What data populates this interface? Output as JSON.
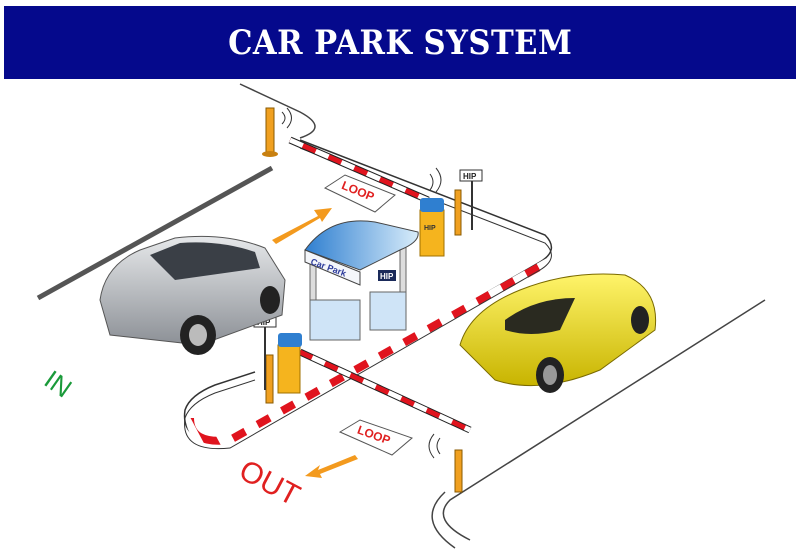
{
  "title": "CAR PARK SYSTEM",
  "scene": {
    "loop_top": "LOOP",
    "loop_bottom": "LOOP",
    "booth_label": "Car Park",
    "hip_booth": "HIP",
    "hip_sign_top": "HIP",
    "hip_sign_left": "HIP",
    "hip_barrier": "HIP",
    "entry_label": "IN",
    "exit_label": "OUT"
  },
  "colors": {
    "banner": "#05098c",
    "in": "#1a9a3a",
    "out": "#e02020",
    "loop_text": "#e02020",
    "arrow": "#f39a1e",
    "barrier_stripe": "#e0141e",
    "yellow_car": "#f2e01a"
  }
}
